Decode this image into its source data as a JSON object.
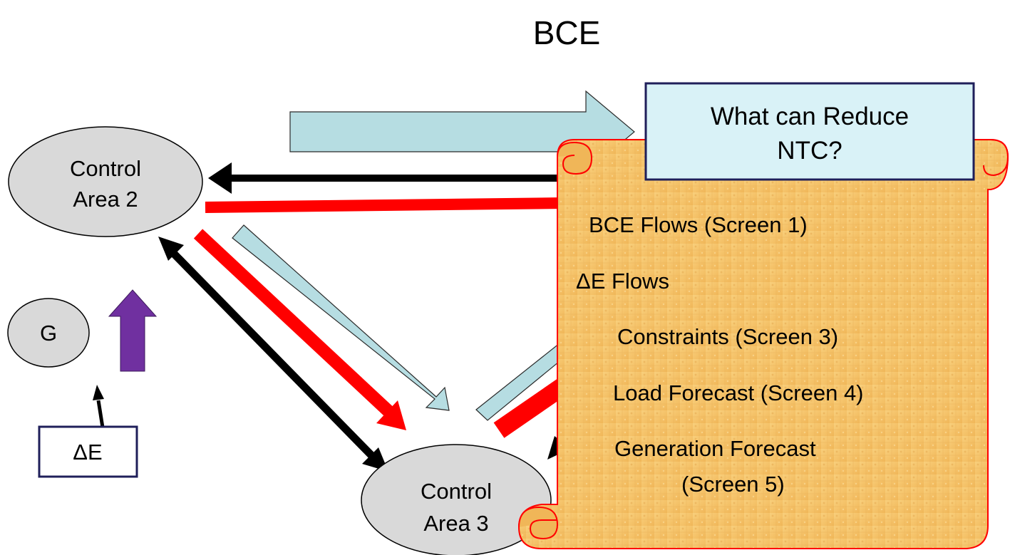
{
  "title": "BCE",
  "nodes": {
    "control_area_2": {
      "line1": "Control",
      "line2": "Area 2"
    },
    "control_area_3": {
      "line1": "Control",
      "line2": "Area 3"
    },
    "generator": "G",
    "delta_e": "ΔE"
  },
  "question_box": {
    "line1": "What can Reduce",
    "line2": "NTC?"
  },
  "scroll_items": [
    {
      "label": "BCE Flows (Screen 1)"
    },
    {
      "label": "ΔE Flows"
    },
    {
      "label": "Constraints (Screen 3)"
    },
    {
      "label": "Load Forecast  (Screen 4)"
    },
    {
      "label": "Generation Forecast"
    },
    {
      "label": "(Screen 5)"
    }
  ],
  "colors": {
    "flow_bce": "#b6dde2",
    "flow_delta_e": "#ff0000",
    "flow_black": "#000000",
    "generation_arrow": "#7030a0",
    "node_fill": "#d9d9d9",
    "box_fill": "#d9f2f7",
    "box_border": "#1f1f5a",
    "scroll_fill": "#f7c873",
    "scroll_border": "#ff0000"
  },
  "icons": {
    "scroll": "parchment-scroll"
  }
}
